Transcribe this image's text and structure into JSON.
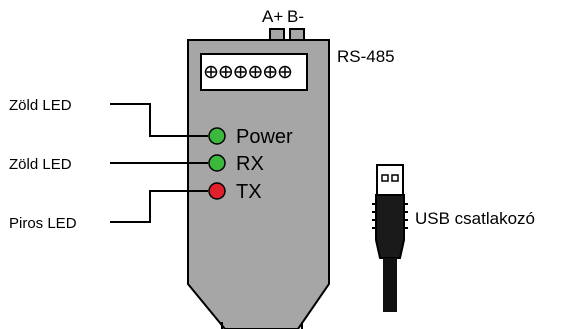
{
  "diagram": {
    "title": "",
    "terminals": {
      "a_plus": "A+",
      "b_minus": "B-",
      "connector_label": "RS-485",
      "screw_count": 6
    },
    "leds": [
      {
        "name": "Power",
        "description": "Zöld LED",
        "color": "#3cb93c"
      },
      {
        "name": "RX",
        "description": "Zöld LED",
        "color": "#3cb93c"
      },
      {
        "name": "TX",
        "description": "Piros LED",
        "color": "#e0202a"
      }
    ],
    "usb": {
      "label": "USB csatlakozó"
    },
    "colors": {
      "body_fill": "#a6a6a6",
      "outline": "#000000",
      "cable": "#111111",
      "terminal_block": "#ffffff"
    }
  }
}
